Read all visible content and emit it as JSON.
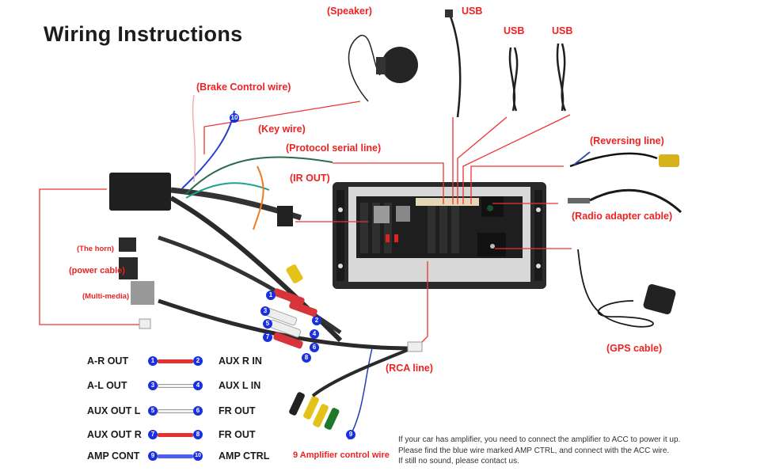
{
  "title": "Wiring Instructions",
  "labels": {
    "speaker": "(Speaker)",
    "usb_1": "USB",
    "usb_2": "USB",
    "usb_3": "USB",
    "brake_control": "(Brake Control wire)",
    "key_wire": "(Key wire)",
    "protocol_serial": "(Protocol serial line)",
    "ir_out": "(IR OUT)",
    "reversing_line": "(Reversing line)",
    "radio_adapter": "(Radio adapter cable)",
    "gps_cable": "(GPS cable)",
    "rca_line": "(RCA line)",
    "the_horn": "(The horn)",
    "power_cable": "(power cable)",
    "multi_media": "(Multi-media)",
    "amplifier_control": "9 Amplifier control wire"
  },
  "legend": [
    {
      "left": "A-R OUT",
      "from": "1",
      "to": "2",
      "right": "AUX R IN",
      "color": "#e53030"
    },
    {
      "left": "A-L OUT",
      "from": "3",
      "to": "4",
      "right": "AUX L IN",
      "color": "#f4f4f4"
    },
    {
      "left": "AUX OUT L",
      "from": "5",
      "to": "6",
      "right": "FR OUT",
      "color": "#f4f4f4"
    },
    {
      "left": "AUX OUT R",
      "from": "7",
      "to": "8",
      "right": "FR OUT",
      "color": "#e53030"
    },
    {
      "left": "AMP CONT",
      "from": "9",
      "to": "10",
      "right": "AMP CTRL",
      "color": "#4b5ef0"
    }
  ],
  "badges": {
    "brake": "10",
    "rca": [
      "1",
      "2",
      "3",
      "4",
      "5",
      "6",
      "7",
      "8"
    ],
    "amp": "9"
  },
  "note": [
    "If your car has amplifier, you need to connect the amplifier to ACC to power it up.",
    "Please find the blue wire marked AMP CTRL, and connect with the ACC wire.",
    "If still no sound, please contact us."
  ],
  "colors": {
    "label": "#ee2222",
    "badge": "#1a2fe0",
    "leader": "#ee3333"
  }
}
